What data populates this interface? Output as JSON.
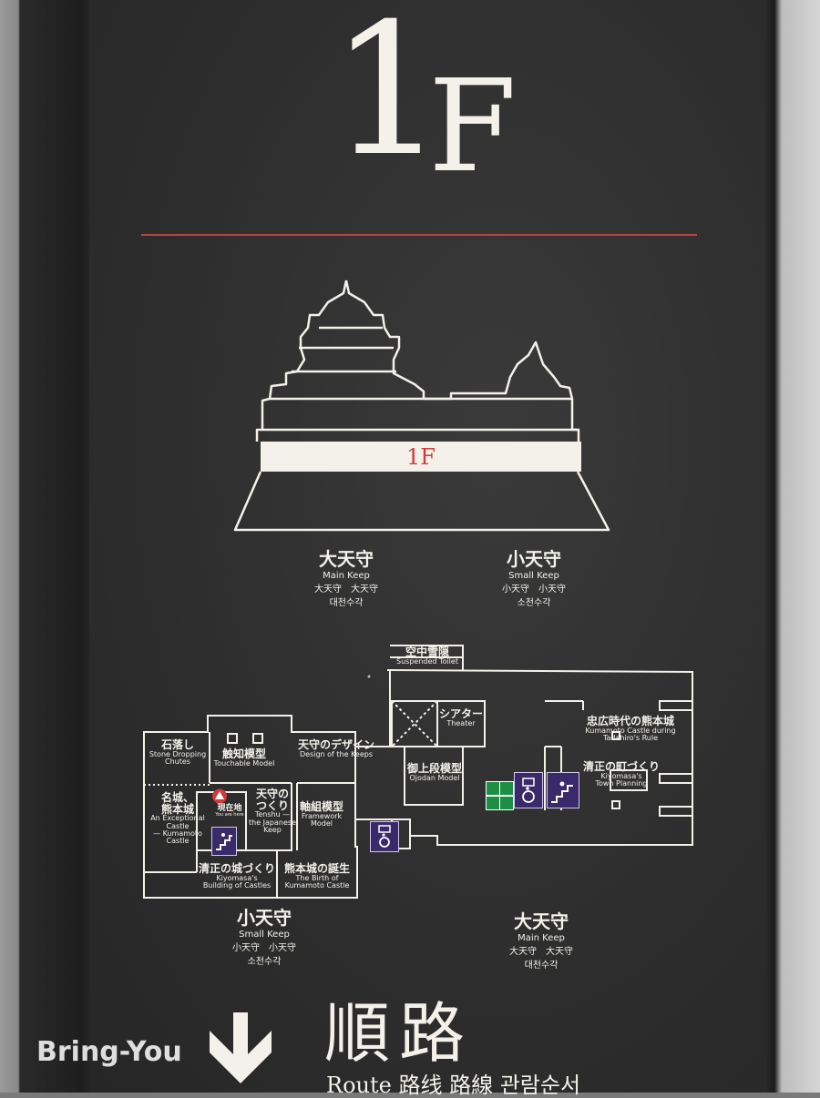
{
  "sign": {
    "floor_number": "1",
    "floor_letter": "F",
    "elevation_floor_label": "1F"
  },
  "keeps_top": {
    "main": {
      "jp": "大天守",
      "en": "Main Keep",
      "zh": "大天守　大天守",
      "ko": "대천수각"
    },
    "small": {
      "jp": "小天守",
      "en": "Small Keep",
      "zh": "小天守　小天守",
      "ko": "소천수각"
    }
  },
  "map": {
    "toilet": {
      "jp": "空中雪隠",
      "en": "Suspended Toilet"
    },
    "theater": {
      "jp": "シアター",
      "en": "Theater"
    },
    "ojodan": {
      "jp": "御上段模型",
      "en": "Ojodan Model"
    },
    "tadahiro": {
      "jp": "忠広時代の熊本城",
      "en1": "Kumamoto Castle during",
      "en2": "Tadahiro's Rule"
    },
    "town": {
      "jp": "清正の町づくり",
      "en1": "Kiyomasa's",
      "en2": "Town Planning"
    },
    "stone": {
      "jp": "石落し",
      "en1": "Stone Dropping",
      "en2": "Chutes"
    },
    "touchable": {
      "jp": "触知模型",
      "en": "Touchable Model"
    },
    "design": {
      "jp": "天守のデザイン",
      "en": "Design of the Keeps"
    },
    "famous": {
      "jp1": "名城、",
      "jp2": "熊本城",
      "en1": "An Exceptional",
      "en2": "Castle",
      "en3": "— Kumamoto",
      "en4": "Castle"
    },
    "you_are_here": {
      "jp": "現在地",
      "en": "You are here"
    },
    "tenshu": {
      "jp1": "天守の",
      "jp2": "つくり",
      "en1": "Tenshu —",
      "en2": "the Japanese",
      "en3": "Keep"
    },
    "framework": {
      "jp": "軸組模型",
      "en1": "Framework",
      "en2": "Model"
    },
    "kiyomasa_castle": {
      "jp": "清正の城づくり",
      "en1": "Kiyomasa's",
      "en2": "Building of Castles"
    },
    "birth": {
      "jp": "熊本城の誕生",
      "en1": "The Birth of",
      "en2": "Kumamoto Castle"
    }
  },
  "keeps_bottom": {
    "small": {
      "jp": "小天守",
      "en": "Small Keep",
      "zh": "小天守　小天守",
      "ko": "소천수각"
    },
    "main": {
      "jp": "大天守",
      "en": "Main Keep",
      "zh": "大天守　大天守",
      "ko": "대천수각"
    }
  },
  "route": {
    "jp": "順路",
    "sub": "Route 路线 路線 관람순서"
  },
  "watermark": "Bring-You",
  "colors": {
    "panel": "#2e2e2e",
    "line": "#f3f1ea",
    "accent_red": "#d23a3a",
    "icon_purple": "#3b2a6a",
    "icon_green": "#1f8e45"
  },
  "icons": [
    "stairs-icon",
    "elevator-icon",
    "wheelchair-icon",
    "restroom-icon",
    "you-are-here-icon",
    "down-arrow-icon"
  ]
}
